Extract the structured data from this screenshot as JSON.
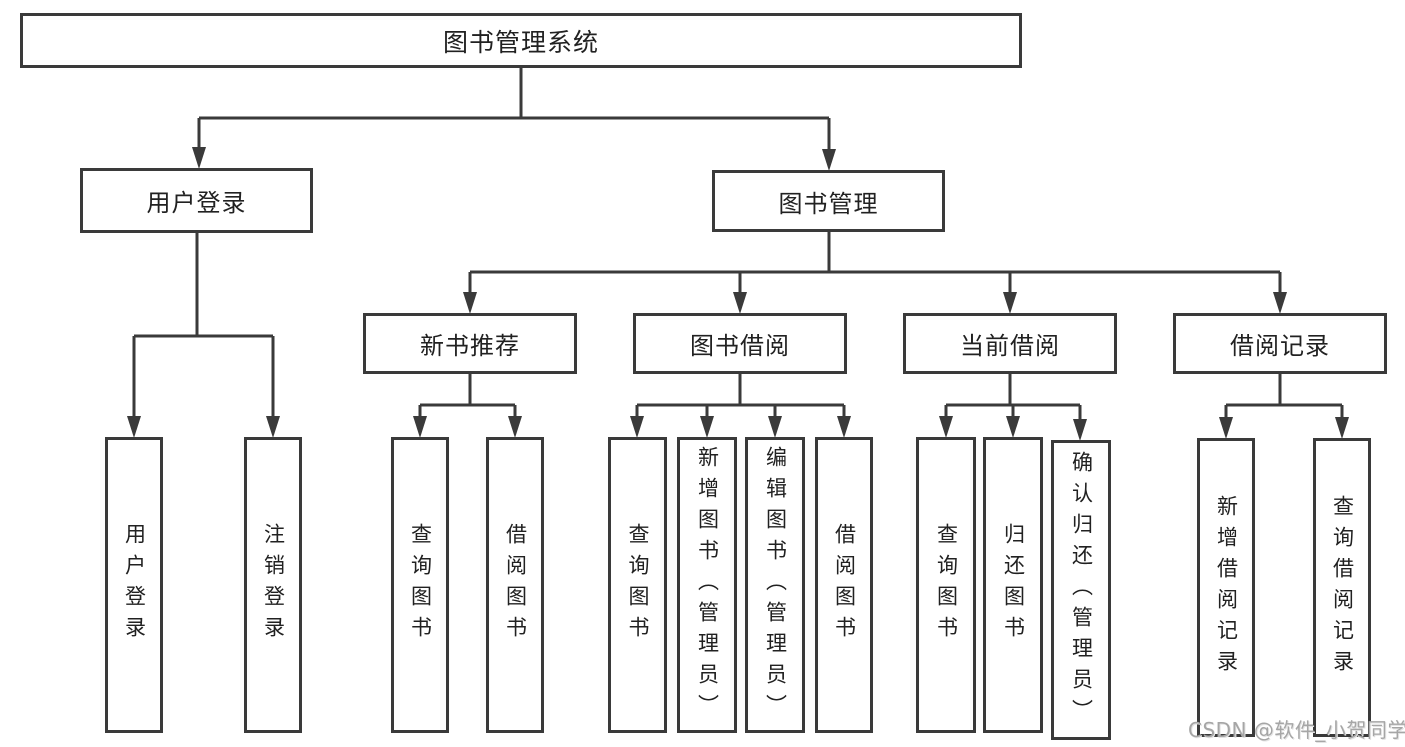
{
  "watermark": "CSDN @软件_小贺同学",
  "colors": {
    "line": "#3a3a3a",
    "text": "#212121",
    "watermark": "#a6a6a6",
    "background": "#ffffff"
  },
  "tree": {
    "label": "图书管理系统",
    "children": [
      {
        "label": "用户登录",
        "children": [
          {
            "label": "用户登录"
          },
          {
            "label": "注销登录"
          }
        ]
      },
      {
        "label": "图书管理",
        "children": [
          {
            "label": "新书推荐",
            "children": [
              {
                "label": "查询图书"
              },
              {
                "label": "借阅图书"
              }
            ]
          },
          {
            "label": "图书借阅",
            "children": [
              {
                "label": "查询图书"
              },
              {
                "label": "新增图书（管理员）"
              },
              {
                "label": "编辑图书（管理员）"
              },
              {
                "label": "借阅图书"
              }
            ]
          },
          {
            "label": "当前借阅",
            "children": [
              {
                "label": "查询图书"
              },
              {
                "label": "归还图书"
              },
              {
                "label": "确认归还（管理员）"
              }
            ]
          },
          {
            "label": "借阅记录",
            "children": [
              {
                "label": "新增借阅记录"
              },
              {
                "label": "查询借阅记录"
              }
            ]
          }
        ]
      }
    ]
  }
}
